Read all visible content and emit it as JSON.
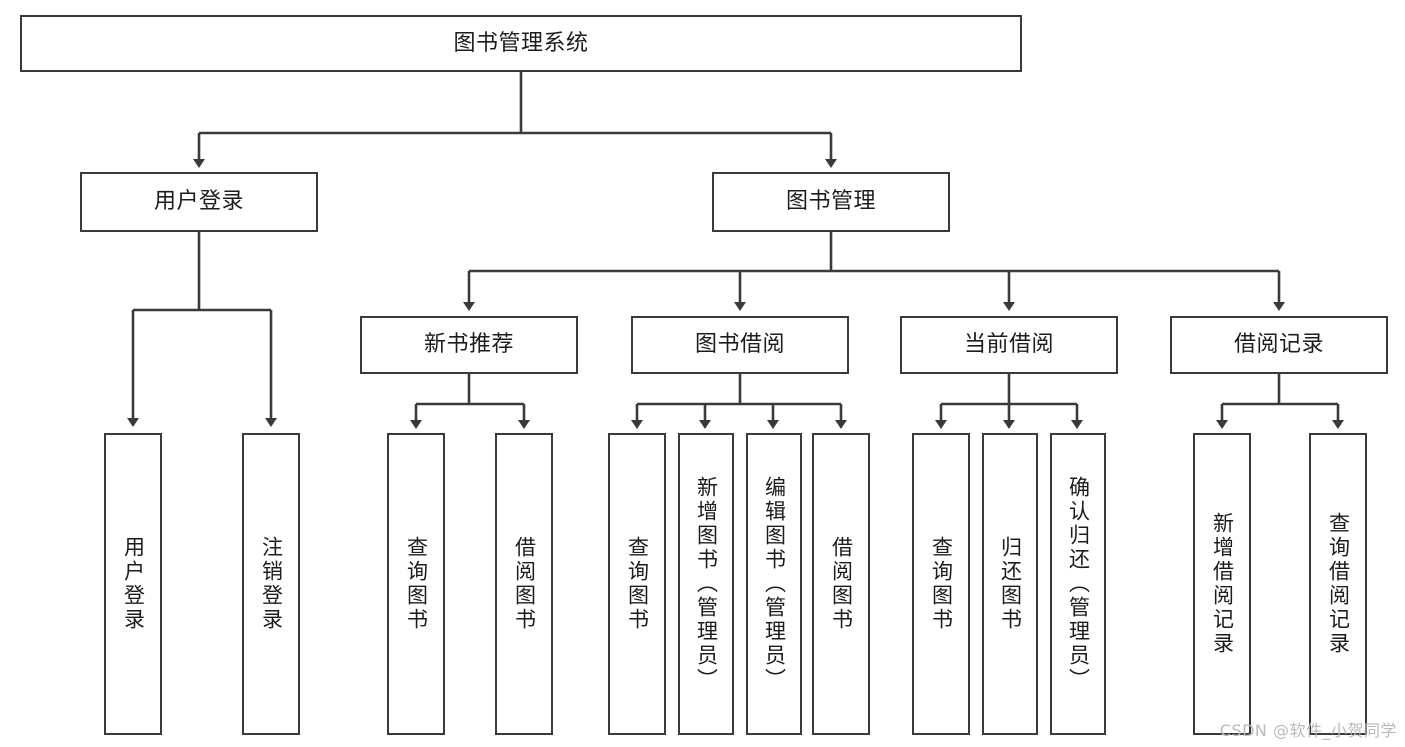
{
  "diagram": {
    "title": "图书管理系统",
    "type": "tree-hierarchy-chart",
    "root": {
      "id": "root",
      "label": "图书管理系统",
      "orientation": "horizontal"
    },
    "level2": [
      {
        "id": "user-login",
        "label": "用户登录",
        "orientation": "horizontal"
      },
      {
        "id": "book-management",
        "label": "图书管理",
        "orientation": "horizontal"
      }
    ],
    "level3": [
      {
        "id": "new-book-recommend",
        "label": "新书推荐",
        "orientation": "horizontal",
        "parent": "book-management"
      },
      {
        "id": "book-borrow",
        "label": "图书借阅",
        "orientation": "horizontal",
        "parent": "book-management"
      },
      {
        "id": "current-borrow",
        "label": "当前借阅",
        "orientation": "horizontal",
        "parent": "book-management"
      },
      {
        "id": "borrow-record",
        "label": "借阅记录",
        "orientation": "horizontal",
        "parent": "book-management"
      }
    ],
    "leaves": [
      {
        "id": "leaf-user-login",
        "label": "用户登录",
        "parent": "user-login"
      },
      {
        "id": "leaf-logout-login",
        "label": "注销登录",
        "parent": "user-login"
      },
      {
        "id": "leaf-query-book-1",
        "label": "查询图书",
        "parent": "new-book-recommend"
      },
      {
        "id": "leaf-borrow-book-1",
        "label": "借阅图书",
        "parent": "new-book-recommend"
      },
      {
        "id": "leaf-query-book-2",
        "label": "查询图书",
        "parent": "book-borrow"
      },
      {
        "id": "leaf-add-book",
        "label": "新增图书（管理员）",
        "parent": "book-borrow"
      },
      {
        "id": "leaf-edit-book",
        "label": "编辑图书（管理员）",
        "parent": "book-borrow"
      },
      {
        "id": "leaf-borrow-book-2",
        "label": "借阅图书",
        "parent": "book-borrow"
      },
      {
        "id": "leaf-query-book-3",
        "label": "查询图书",
        "parent": "current-borrow"
      },
      {
        "id": "leaf-return-book",
        "label": "归还图书",
        "parent": "current-borrow"
      },
      {
        "id": "leaf-confirm-return",
        "label": "确认归还（管理员）",
        "parent": "current-borrow"
      },
      {
        "id": "leaf-add-record",
        "label": "新增借阅记录",
        "parent": "borrow-record"
      },
      {
        "id": "leaf-query-record",
        "label": "查询借阅记录",
        "parent": "borrow-record"
      }
    ]
  },
  "watermark": {
    "text": "CSDN @软件_小贺同学"
  },
  "colors": {
    "border": "#3a3a3a",
    "text": "#1c1c1c",
    "background": "#ffffff",
    "watermark": "#b9b9b9"
  }
}
